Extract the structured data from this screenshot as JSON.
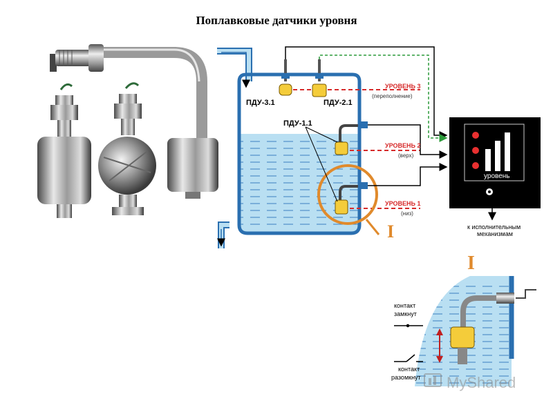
{
  "title": "Поплавковые датчики уровня",
  "sensors": {
    "pdu31": "ПДУ-3.1",
    "pdu21": "ПДУ-2.1",
    "pdu11": "ПДУ-1.1"
  },
  "levels": {
    "l3_name": "УРОВЕНЬ 3",
    "l3_note": "(переполнение)",
    "l2_name": "УРОВЕНЬ 2",
    "l2_note": "(верх)",
    "l1_name": "УРОВЕНЬ 1",
    "l1_note": "(низ)"
  },
  "controller": {
    "label": "уровень",
    "output_line1": "к исполнительным",
    "output_line2": "механизмам"
  },
  "detail": {
    "marker": "I",
    "closed_line1": "контакт",
    "closed_line2": "замкнут",
    "open_line1": "контакт",
    "open_line2": "разомкнут"
  },
  "watermark": "MyShared",
  "colors": {
    "tank_border": "#2a6fb0",
    "water": "#b9dff2",
    "float_yellow": "#f4cc3a",
    "level_red": "#d62a2a",
    "highlight_orange": "#e08a2c",
    "controller_bg": "#000000"
  }
}
